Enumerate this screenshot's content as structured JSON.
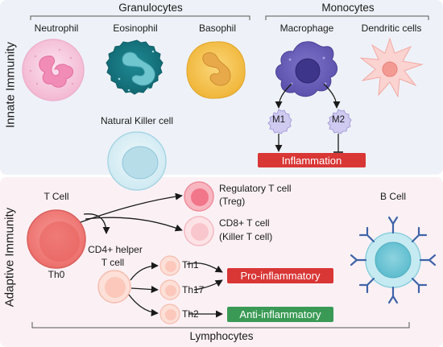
{
  "sections": {
    "innate": "Innate Immunity",
    "adaptive": "Adaptive Immunity"
  },
  "groups": {
    "granulocytes": "Granulocytes",
    "monocytes": "Monocytes",
    "lymphocytes": "Lymphocytes"
  },
  "cells": {
    "neutrophil": "Neutrophil",
    "eosinophil": "Eosinophil",
    "basophil": "Basophil",
    "macrophage": "Macrophage",
    "dendritic": "Dendritic cells",
    "nk": "Natural Killer cell",
    "m1": "M1",
    "m2": "M2",
    "t_cell": "T Cell",
    "th0": "Th0",
    "treg_line1": "Regulatory T cell",
    "treg_line2": "(Treg)",
    "cd8_line1": "CD8+ T cell",
    "cd8_line2": "(Killer T cell)",
    "cd4_line1": "CD4+ helper",
    "cd4_line2": "T cell",
    "th1": "Th1",
    "th17": "Th17",
    "th2": "Th2",
    "b_cell": "B Cell"
  },
  "outcomes": {
    "inflammation": "Inflammation",
    "pro": "Pro-inflammatory",
    "anti": "Anti-inflammatory"
  },
  "colors": {
    "innate_bg": "#eef2f8",
    "adaptive_bg": "#fbf1f5",
    "red": "#d93636",
    "green": "#3a9a55"
  }
}
